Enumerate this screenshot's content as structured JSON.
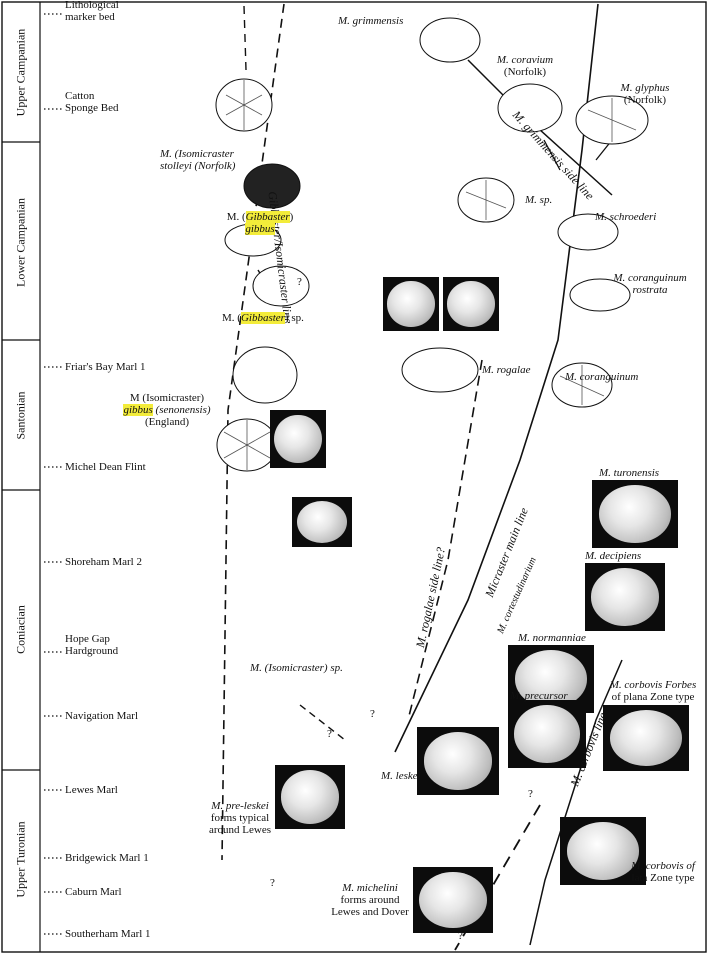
{
  "stages": [
    {
      "name": "Upper Campanian"
    },
    {
      "name": "Lower Campanian"
    },
    {
      "name": "Santonian"
    },
    {
      "name": "Coniacian"
    },
    {
      "name": "Upper Turonian"
    }
  ],
  "marker_beds": [
    {
      "name": "Lithological marker bed"
    },
    {
      "name": "Catton Sponge Bed"
    },
    {
      "name": "Friar's Bay Marl 1"
    },
    {
      "name": "Michel Dean Flint"
    },
    {
      "name": "Shoreham Marl 2"
    },
    {
      "name": "Hope Gap Hardground"
    },
    {
      "name": "Navigation Marl"
    },
    {
      "name": "Lewes Marl"
    },
    {
      "name": "Bridgewick Marl 1"
    },
    {
      "name": "Caburn Marl"
    },
    {
      "name": "Southerham Marl 1"
    }
  ],
  "lineages": {
    "gibbaster": "Gibbaster/Isomicraster line",
    "rogalae": "M. rogalae side line?",
    "main": "Micraster main line",
    "grimmensis": "M. grimmensis side line",
    "corbovis": "M. corbovis line",
    "cortestudinarium": "M. cortestudinarium"
  },
  "taxa": {
    "grimmensis": "M. grimmensis",
    "coravium_a": "M. coravium",
    "coravium_b": "(Norfolk)",
    "glyphus_a": "M. glyphus",
    "glyphus_b": "(Norfolk)",
    "sp": "M. sp.",
    "schroederi": "M. schroederi",
    "stolleyi_a": "M. (Isomicraster",
    "stolleyi_b": "stolleyi (Norfolk)",
    "gibbus_a1": "M. (",
    "gibbus_a2": "Gibbaster",
    "gibbus_a3": ")",
    "gibbus_b": "gibbus",
    "gibbaster_sp_1": "M. (",
    "gibbaster_sp_2": "Gibbaster",
    "gibbaster_sp_3": ") sp.",
    "coranguinum_rostrata_a": "M. coranguinum",
    "coranguinum_rostrata_b": "rostrata",
    "rogalae": "M. rogalae",
    "coranguinum": "M. coranguinum",
    "senonensis_a": "M (Isomicraster)",
    "senonensis_b1": "gibbus",
    "senonensis_b2": " (senonensis)",
    "senonensis_c": "(England)",
    "turonensis": "M. turonensis",
    "decipiens": "M. decipiens",
    "normanniae": "M. normanniae",
    "isomicraster_sp": "M. (Isomicraster) sp.",
    "precursor": "M. precursor",
    "corbovis_plana_a": "M. corbovis Forbes",
    "corbovis_plana_b": "of plana Zone type",
    "leskei": "M. leskei",
    "preleskei_a": "M. pre-leskei",
    "preleskei_b": "forms typical",
    "preleskei_c": "around Lewes",
    "corbovis_lata_a": "M. corbovis of",
    "corbovis_lata_b": "lata Zone type",
    "michelini_a": "M. michelini",
    "michelini_b": "forms around",
    "michelini_c": "Lewes and Dover"
  },
  "question_mark": "?",
  "colors": {
    "highlight": "#f3ec3a",
    "line": "#111111",
    "photo_bg": "#0c0c0c"
  }
}
